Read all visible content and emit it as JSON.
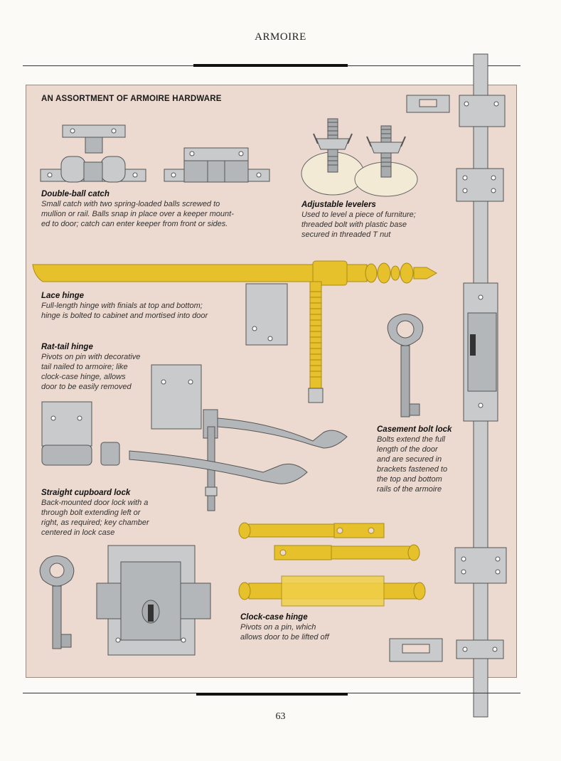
{
  "page": {
    "running_head": "ARMOIRE",
    "page_number": "63"
  },
  "panel": {
    "title": "AN ASSORTMENT OF ARMOIRE HARDWARE"
  },
  "captions": {
    "double_ball_catch": {
      "title": "Double-ball catch",
      "lines": [
        "Small catch with two spring-loaded balls screwed to",
        "mullion or rail. Balls snap in place over a keeper mount-",
        "ed to door; catch can enter keeper from front or sides."
      ]
    },
    "adjustable_levelers": {
      "title": "Adjustable levelers",
      "lines": [
        "Used to level a piece of furniture;",
        "threaded bolt with plastic base",
        "secured in threaded T nut"
      ]
    },
    "lace_hinge": {
      "title": "Lace hinge",
      "lines": [
        "Full-length hinge with finials at top and bottom;",
        "hinge is bolted to cabinet and mortised into door"
      ]
    },
    "rat_tail_hinge": {
      "title": "Rat-tail hinge",
      "lines": [
        "Pivots on pin with decorative",
        "tail nailed to armoire; like",
        "clock-case hinge, allows",
        "door to be easily removed"
      ]
    },
    "casement_bolt_lock": {
      "title": "Casement bolt lock",
      "lines": [
        "Bolts extend the full",
        "length of the door",
        "and are secured in",
        "brackets fastened to",
        "the top and bottom",
        "rails of the armoire"
      ]
    },
    "straight_cupboard_lock": {
      "title": "Straight cupboard lock",
      "lines": [
        "Back-mounted door lock with a",
        "through bolt extending left or",
        "right, as required; key chamber",
        "centered in lock case"
      ]
    },
    "clock_case_hinge": {
      "title": "Clock-case hinge",
      "lines": [
        "Pivots on a pin, which",
        "allows door to be lifted off"
      ]
    }
  },
  "colors": {
    "panel_bg": "#ecd9cf",
    "metal": "#c8cacb",
    "metal_dark": "#8e9193",
    "brass": "#e7c12c",
    "brass_dark": "#a98a12",
    "plastic": "#f3ead6"
  }
}
